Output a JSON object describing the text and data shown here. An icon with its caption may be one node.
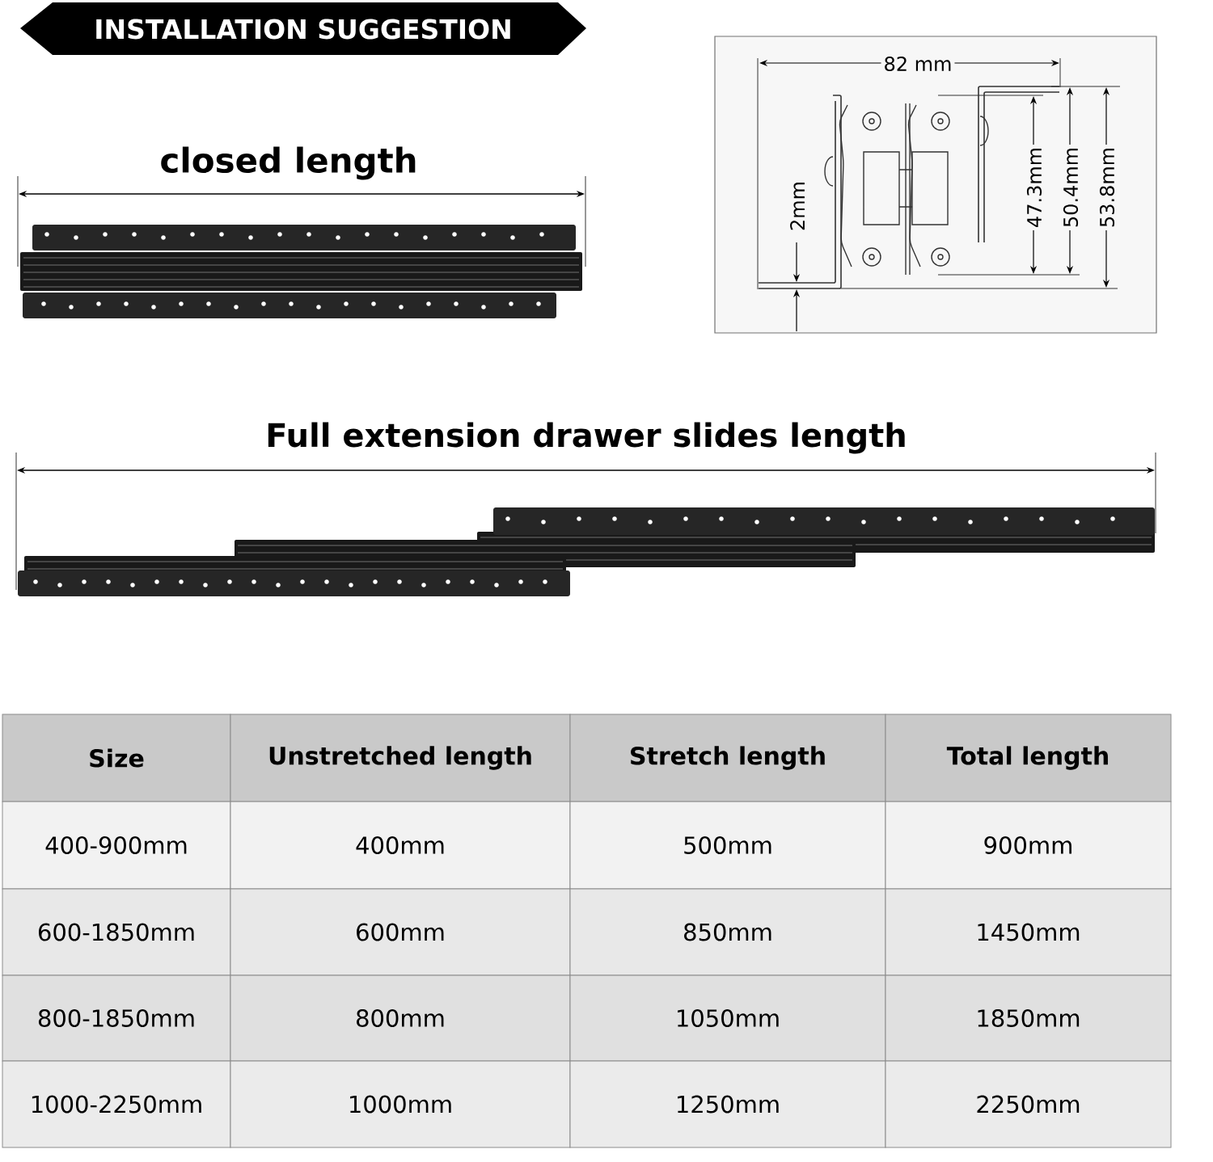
{
  "diagram": {
    "title": "INSTALLATION SUGGESTION",
    "labels": [
      "closed length",
      "82 mm",
      "2mm",
      "47.3mm",
      "50.4mm",
      "53.8mm",
      "Full extension drawer slides length",
      "Size",
      "Unstretched length",
      "Stretch length",
      "Total length",
      "400-900mm",
      "400mm",
      "500mm",
      "900mm",
      "600-1850mm",
      "600mm",
      "850mm",
      "1450mm",
      "800-1850mm",
      "800mm",
      "1050mm",
      "1850mm",
      "1000-2250mm",
      "1000mm",
      "1250mm",
      "2250mm"
    ]
  }
}
